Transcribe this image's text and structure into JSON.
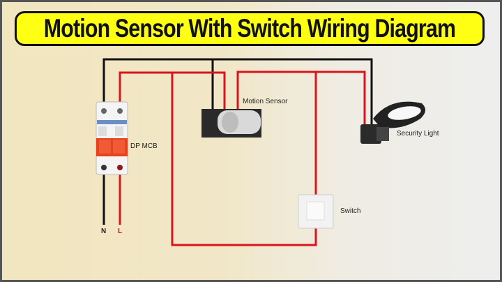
{
  "title": "Motion Sensor With Switch Wiring Diagram",
  "labels": {
    "motion_sensor": "Motion Sensor",
    "security_light": "Security Light",
    "mcb": "DP MCB",
    "switch": "Switch",
    "neutral": "N",
    "live": "L"
  },
  "colors": {
    "live_wire": "#d8141c",
    "neutral_wire": "#111111",
    "banner": "#ffff14"
  }
}
